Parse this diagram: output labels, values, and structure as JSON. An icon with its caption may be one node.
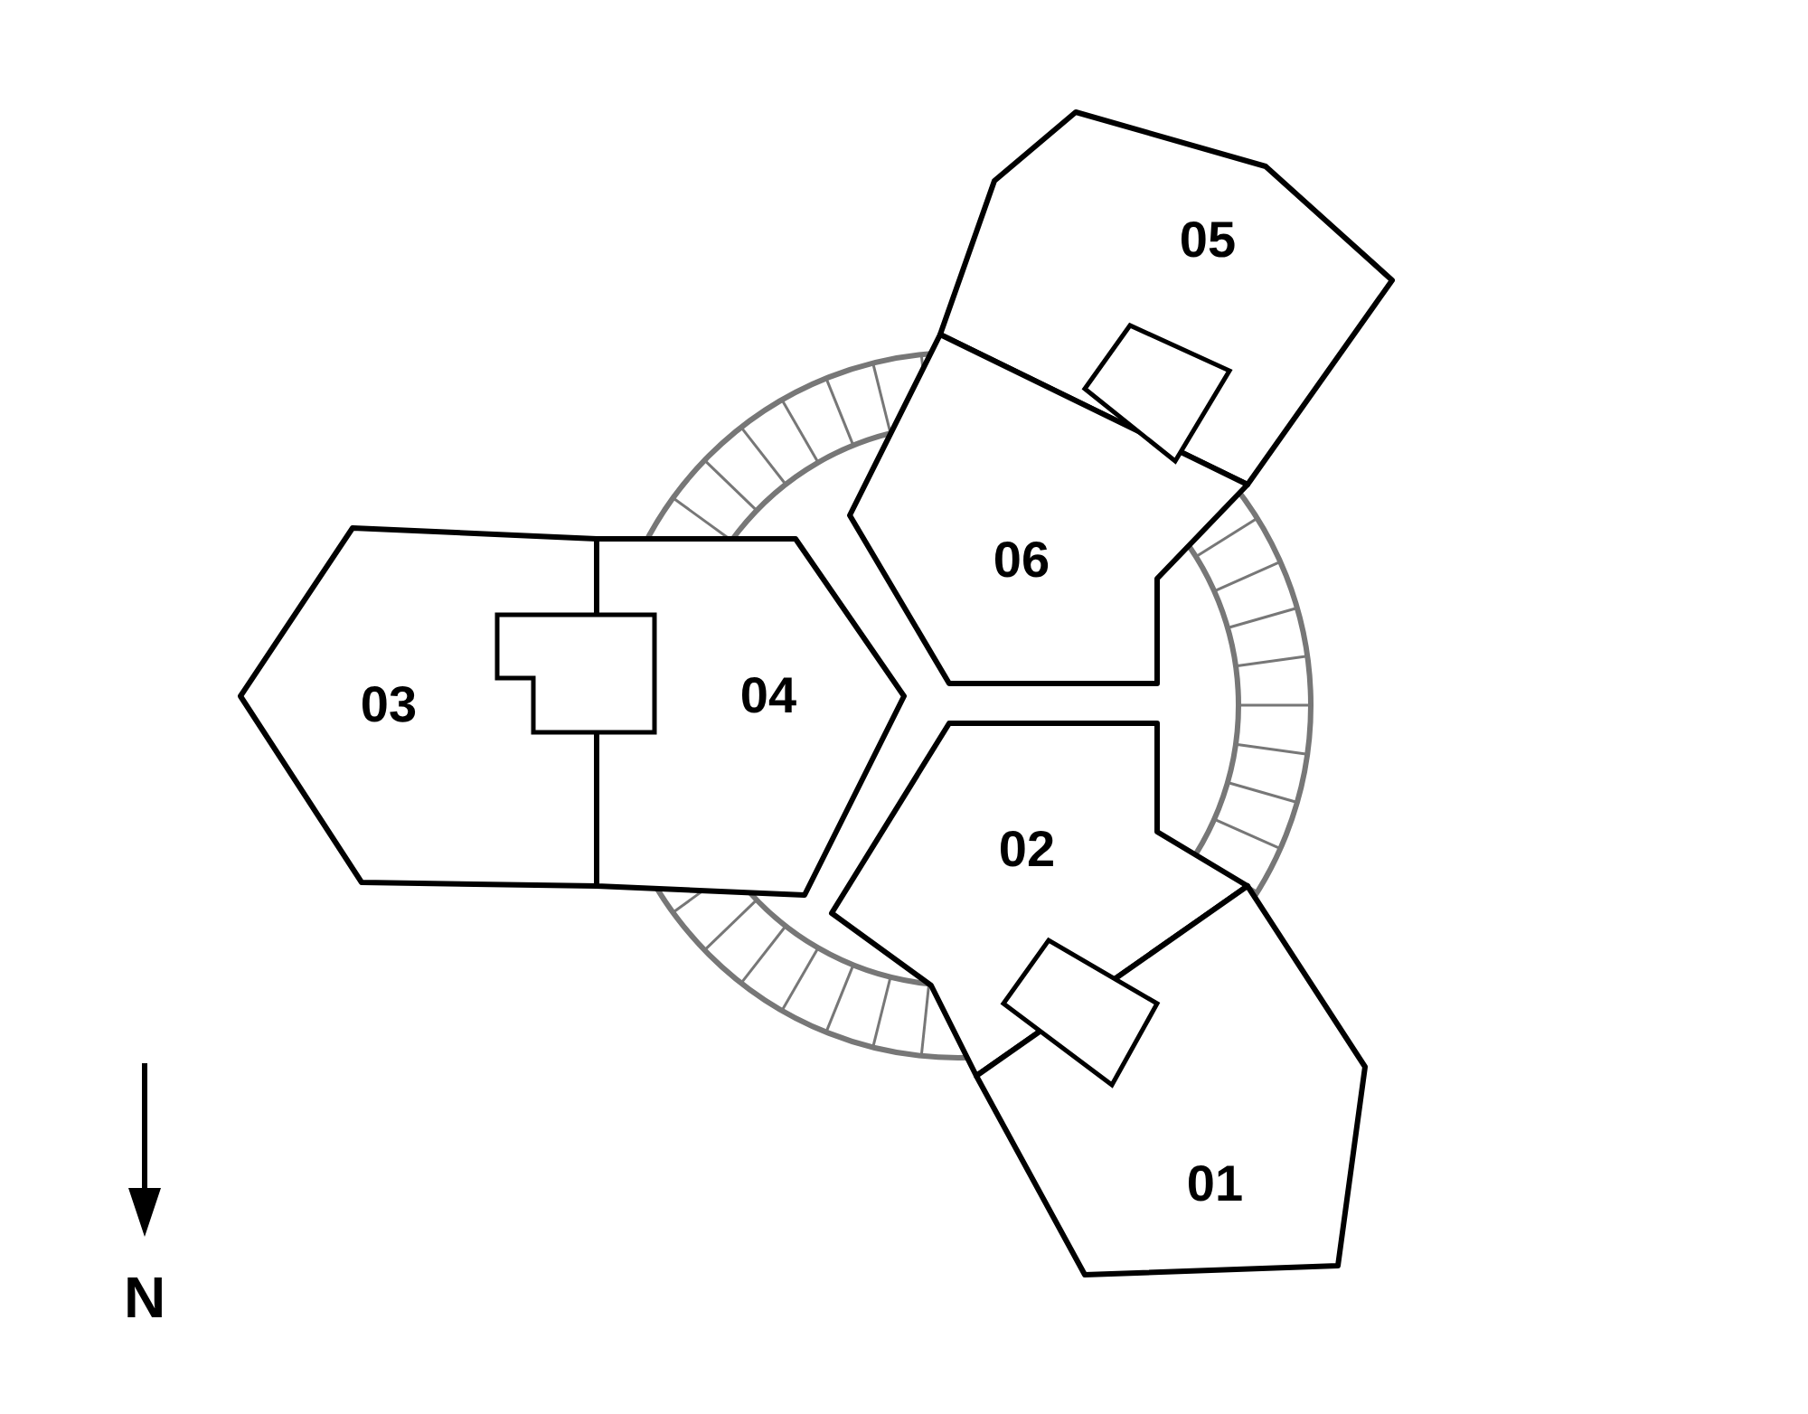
{
  "diagram": {
    "nodes": [
      {
        "text": [
          "05"
        ]
      },
      {
        "text": [
          "06"
        ]
      },
      {
        "text": [
          "03"
        ]
      },
      {
        "text": [
          "04"
        ]
      },
      {
        "text": [
          "02"
        ]
      },
      {
        "text": [
          "01"
        ]
      }
    ],
    "labels": [
      "N"
    ]
  }
}
